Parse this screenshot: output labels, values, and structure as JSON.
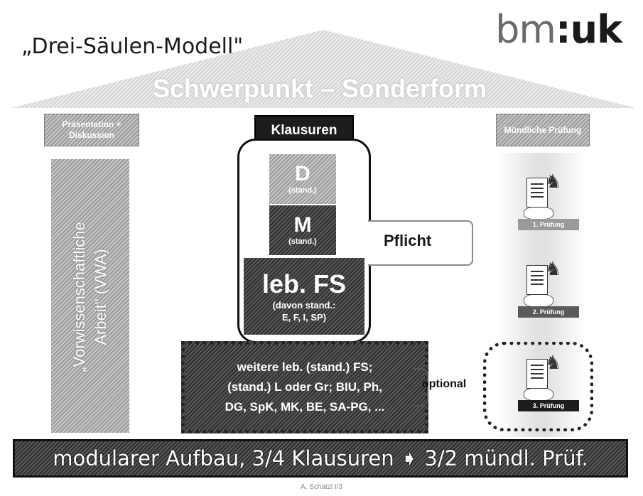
{
  "title": "„Drei-Säulen-Modell\"",
  "logo": {
    "text_light": "bm",
    "text_bold": ":uk"
  },
  "roof": {
    "label": "Schwerpunkt – Sonderform"
  },
  "pillars": {
    "left": {
      "header": "Präsentation + Diskussion",
      "body_line1": "„Vorwissenschaftliche",
      "body_line2": "Arbeit\" (VWA)"
    },
    "center": {
      "header": "Klausuren",
      "d_big": "D",
      "d_small": "(stand.)",
      "m_big": "M",
      "m_small": "(stand.)",
      "fs_big": "leb. FS",
      "fs_small1": "(davon stand.:",
      "fs_small2": "E, F, I, SP)"
    },
    "right": {
      "header": "Mündliche Prüfung",
      "exams": [
        {
          "label": "1. Prüfung"
        },
        {
          "label": "2. Prüfung"
        },
        {
          "label": "3. Prüfung"
        }
      ]
    }
  },
  "pflicht": "Pflicht",
  "weitere": {
    "line1": "weitere leb. (stand.) FS;",
    "line2": "(stand.) L oder Gr; BIU, Ph,",
    "line3": "DG, SpK, MK, BE, SA-PG, ..."
  },
  "optional": "optional",
  "bottom_bar": "modularer Aufbau, 3/4 Klausuren ➧ 3/2 mündl. Prüf.",
  "credit": "A. Schatzl  I/3",
  "colors": {
    "dark_fill": "#2e2e2e",
    "light_fill": "#e6e6e6",
    "mid_fill": "#b0b0b0"
  }
}
